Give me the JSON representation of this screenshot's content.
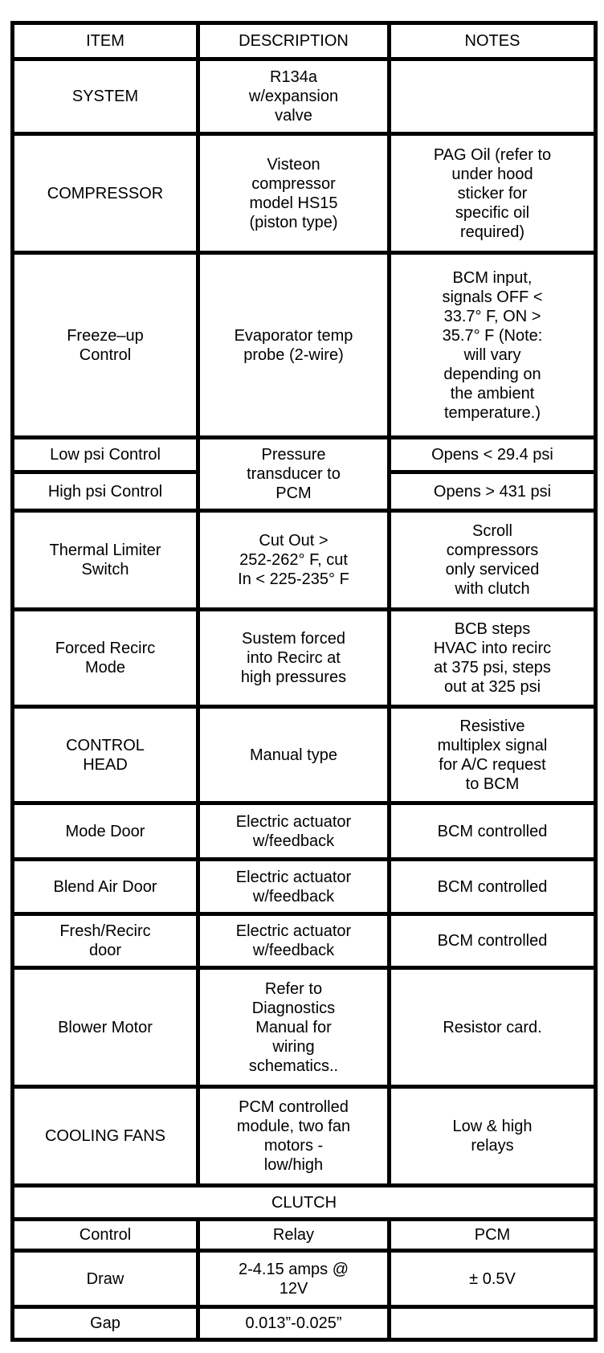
{
  "colors": {
    "background": "#ffffff",
    "text": "#000000",
    "border": "#000000"
  },
  "table": {
    "headers": [
      "ITEM",
      "DESCRIPTION",
      "NOTES"
    ],
    "rows": [
      {
        "item": "SYSTEM",
        "description": "R134a\nw/expansion\nvalve",
        "notes": ""
      },
      {
        "item": "COMPRESSOR",
        "description": "Visteon\ncompressor\nmodel HS15\n(piston type)",
        "notes": "PAG Oil (refer to\nunder hood\nsticker for\nspecific oil\nrequired)"
      },
      {
        "item": "Freeze–up\nControl",
        "description": "Evaporator temp\nprobe (2-wire)",
        "notes": "BCM input,\nsignals OFF <\n33.7° F, ON >\n35.7° F (Note:\nwill vary\ndepending on\nthe ambient\ntemperature.)"
      },
      {
        "item": "Low psi Control",
        "description": "Pressure\ntransducer to\nPCM",
        "notes": "Opens < 29.4 psi"
      },
      {
        "item": "High psi Control",
        "notes": "Opens > 431 psi"
      },
      {
        "item": "Thermal Limiter\nSwitch",
        "description": "Cut Out >\n252-262° F, cut\nIn < 225-235° F",
        "notes": "Scroll\ncompressors\nonly serviced\nwith clutch"
      },
      {
        "item": "Forced Recirc\nMode",
        "description": "Sustem forced\ninto Recirc at\nhigh pressures",
        "notes": "BCB steps\nHVAC into recirc\nat 375 psi, steps\nout at 325 psi"
      },
      {
        "item": "CONTROL\nHEAD",
        "description": "Manual type",
        "notes": "Resistive\nmultiplex signal\nfor A/C request\nto BCM"
      },
      {
        "item": "Mode Door",
        "description": "Electric actuator\nw/feedback",
        "notes": "BCM controlled"
      },
      {
        "item": "Blend Air Door",
        "description": "Electric actuator\nw/feedback",
        "notes": "BCM controlled"
      },
      {
        "item": "Fresh/Recirc\ndoor",
        "description": "Electric actuator\nw/feedback",
        "notes": "BCM controlled"
      },
      {
        "item": "Blower Motor",
        "description": "Refer to\nDiagnostics\nManual for\nwiring\nschematics..",
        "notes": "Resistor card."
      },
      {
        "item": "COOLING FANS",
        "description": "PCM controlled\nmodule, two fan\nmotors -\nlow/high",
        "notes": "Low & high\nrelays"
      },
      {
        "section": "CLUTCH"
      },
      {
        "item": "Control",
        "description": "Relay",
        "notes": "PCM"
      },
      {
        "item": "Draw",
        "description": "2-4.15 amps @\n12V",
        "notes": "± 0.5V"
      },
      {
        "item": "Gap",
        "description": "0.013”-0.025”",
        "notes": ""
      }
    ]
  }
}
